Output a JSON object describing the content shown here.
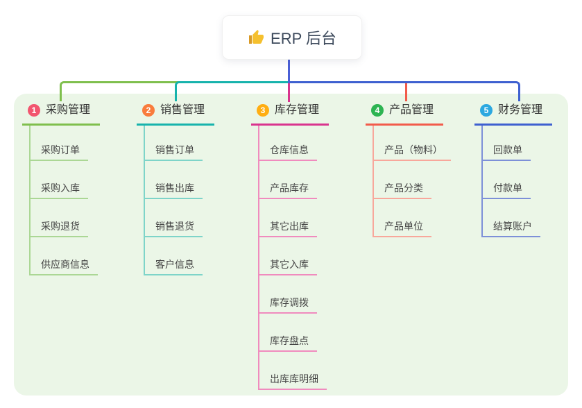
{
  "root": {
    "label": "ERP 后台",
    "icon": "thumbs-up-icon"
  },
  "colors": {
    "canvas_bg": "#FFFFFF",
    "panel_bg": "#EBF6E7",
    "root_connector": "#4A5FD6",
    "root_text": "#3D4A5C",
    "branch_text": "#333333",
    "child_text": "#444444",
    "thumb_yellow": "#F5C02E",
    "thumb_sleeve": "#D99A26"
  },
  "branches": [
    {
      "index": "1",
      "label": "采购管理",
      "badge_color": "#F2566F",
      "line_color": "#7FBF4D",
      "child_line_color": "#ABD795",
      "children": [
        "采购订单",
        "采购入库",
        "采购退货",
        "供应商信息"
      ]
    },
    {
      "index": "2",
      "label": "销售管理",
      "badge_color": "#F97C3D",
      "line_color": "#17B3AC",
      "child_line_color": "#7ED4C9",
      "children": [
        "销售订单",
        "销售出库",
        "销售退货",
        "客户信息"
      ]
    },
    {
      "index": "3",
      "label": "库存管理",
      "badge_color": "#FFAE13",
      "line_color": "#D9348E",
      "child_line_color": "#F08BBE",
      "children": [
        "仓库信息",
        "产品库存",
        "其它出库",
        "其它入库",
        "库存调拨",
        "库存盘点",
        "出库库明细"
      ]
    },
    {
      "index": "4",
      "label": "产品管理",
      "badge_color": "#2DB452",
      "line_color": "#F25B4B",
      "child_line_color": "#F8A79B",
      "children": [
        "产品（物料）",
        "产品分类",
        "产品单位"
      ]
    },
    {
      "index": "5",
      "label": "财务管理",
      "badge_color": "#2CA8E0",
      "line_color": "#3E60D0",
      "child_line_color": "#7D90D8",
      "children": [
        "回款单",
        "付款单",
        "结算账户"
      ]
    }
  ]
}
